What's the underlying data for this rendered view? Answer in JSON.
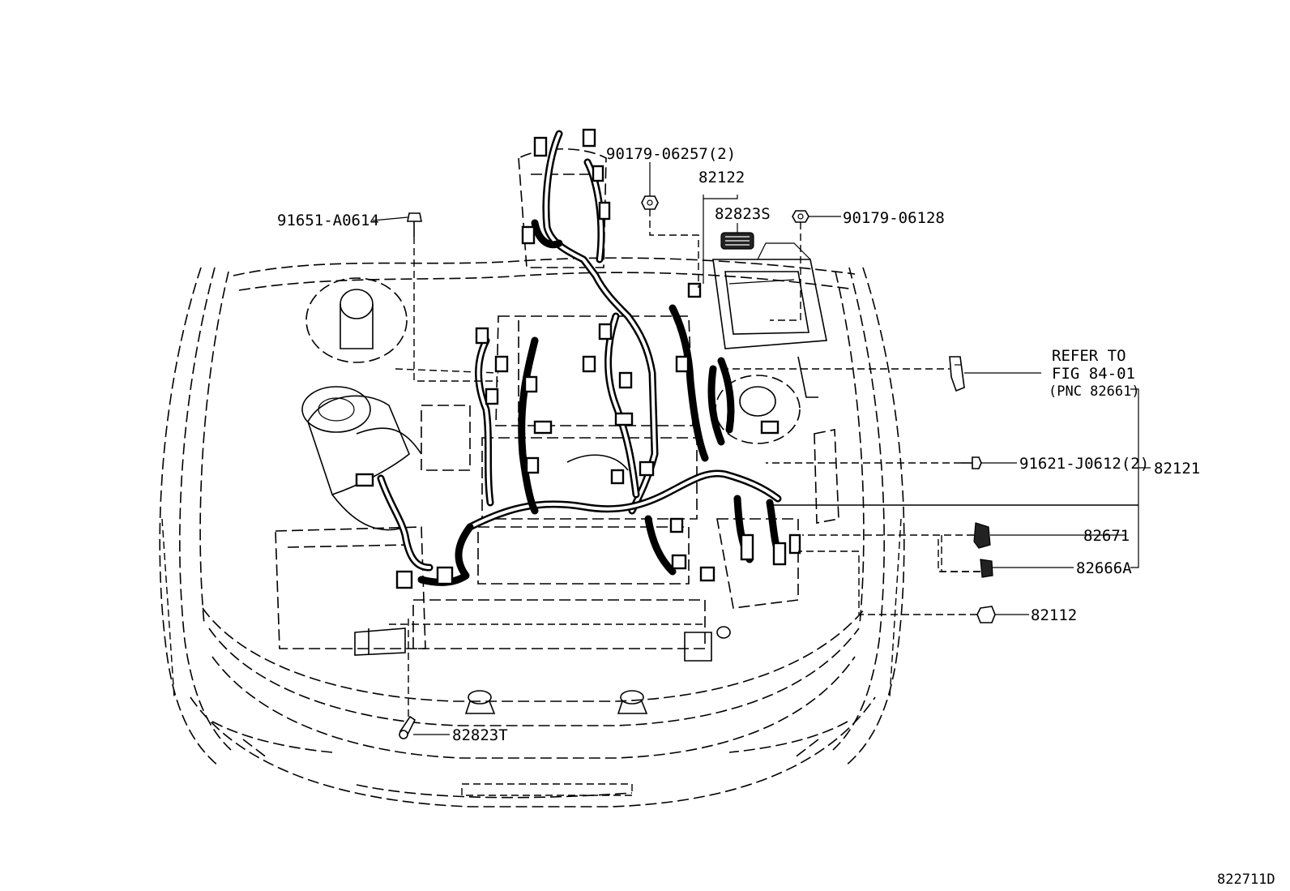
{
  "diagram": {
    "figure_id": "822711D",
    "callouts": [
      {
        "id": "c-91651",
        "text": "91651-A0614"
      },
      {
        "id": "c-90179-06257",
        "text": "90179-06257(2)"
      },
      {
        "id": "c-82122",
        "text": "82122"
      },
      {
        "id": "c-82823S",
        "text": "82823S"
      },
      {
        "id": "c-90179-06128",
        "text": "90179-06128"
      },
      {
        "id": "c-refer1",
        "text": "REFER TO"
      },
      {
        "id": "c-refer2",
        "text": "FIG 84-01"
      },
      {
        "id": "c-refer3",
        "text": "(PNC 82661)"
      },
      {
        "id": "c-91621",
        "text": "91621-J0612(2)"
      },
      {
        "id": "c-82121",
        "text": "82121"
      },
      {
        "id": "c-82671",
        "text": "82671"
      },
      {
        "id": "c-82666A",
        "text": "82666A"
      },
      {
        "id": "c-82112",
        "text": "82112"
      },
      {
        "id": "c-82823T",
        "text": "82823T"
      }
    ]
  }
}
